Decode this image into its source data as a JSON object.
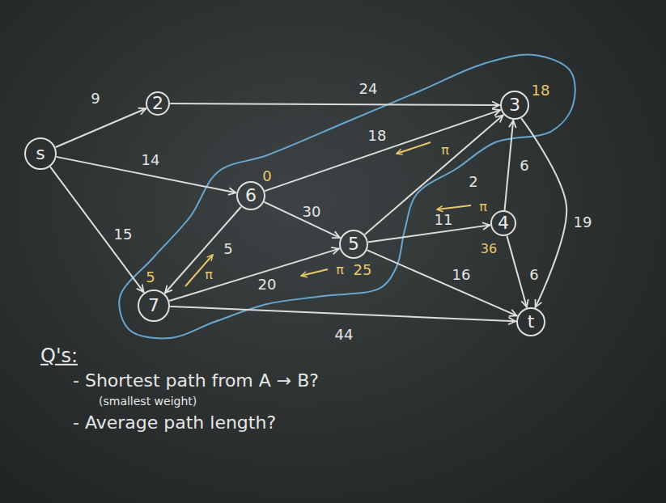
{
  "diagram": {
    "nodes": [
      {
        "text": [
          "s"
        ]
      },
      {
        "text": [
          "2"
        ]
      },
      {
        "text": [
          "3"
        ]
      },
      {
        "text": [
          "6"
        ]
      },
      {
        "text": [
          "5"
        ]
      },
      {
        "text": [
          "4"
        ]
      },
      {
        "text": [
          "7"
        ]
      },
      {
        "text": [
          "t"
        ]
      }
    ],
    "edges": [
      {
        "from": 0,
        "to": 1,
        "arrow": "to",
        "label": "9"
      },
      {
        "from": 1,
        "to": 2,
        "arrow": "to",
        "label": "24"
      },
      {
        "from": 0,
        "to": 3,
        "arrow": "to",
        "label": "14"
      },
      {
        "from": 3,
        "to": 2,
        "arrow": "to",
        "label": "18"
      },
      {
        "from": 0,
        "to": 6,
        "arrow": "to",
        "label": "15"
      },
      {
        "from": 3,
        "to": 4,
        "arrow": "to",
        "label": "30"
      },
      {
        "from": 3,
        "to": 6,
        "arrow": "to",
        "label": "5"
      },
      {
        "from": 4,
        "to": 2,
        "arrow": "to",
        "label": "2"
      },
      {
        "from": 5,
        "to": 2,
        "arrow": "to",
        "label": "6"
      },
      {
        "from": 2,
        "to": 7,
        "arrow": "to",
        "label": "19"
      },
      {
        "from": 4,
        "to": 5,
        "arrow": "to",
        "label": "11"
      },
      {
        "from": 6,
        "to": 4,
        "arrow": "to",
        "label": "20"
      },
      {
        "from": 4,
        "to": 7,
        "arrow": "to",
        "label": "16"
      },
      {
        "from": 5,
        "to": 7,
        "arrow": "to",
        "label": "6"
      },
      {
        "from": 6,
        "to": 7,
        "arrow": "to",
        "label": "44"
      }
    ],
    "labels": [
      "18",
      "0",
      "5",
      "25",
      "36",
      "π",
      "π",
      "π",
      "π",
      "Q's:",
      "- Shortest path from A → B?",
      "(smallest weight)",
      "- Average path length?"
    ]
  }
}
